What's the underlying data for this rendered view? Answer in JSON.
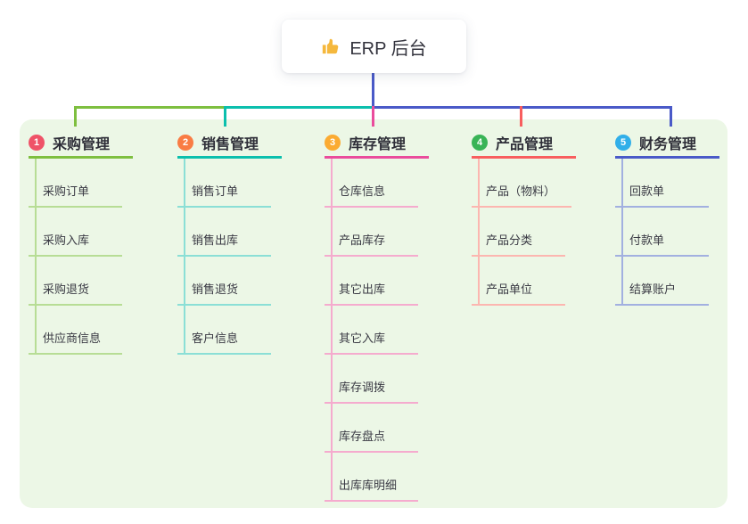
{
  "root": {
    "label": "ERP 后台",
    "icon": "thumbs-up-icon"
  },
  "theme": {
    "panel_bg": "#ecf7e6",
    "root_connector_color": "#4a5ac8",
    "trunk_segment_colors": [
      "#7ebf3f",
      "#0bbfad",
      "#4a5ac8",
      "#4a5ac8"
    ]
  },
  "branches": [
    {
      "badge": "1",
      "badge_color": "#ef5368",
      "label": "采购管理",
      "line_color": "#7ebf3f",
      "child_line_color": "#b7dd95",
      "children": [
        "采购订单",
        "采购入库",
        "采购退货",
        "供应商信息"
      ]
    },
    {
      "badge": "2",
      "badge_color": "#f97c44",
      "label": "销售管理",
      "line_color": "#0bbfad",
      "child_line_color": "#8bdfd6",
      "children": [
        "销售订单",
        "销售出库",
        "销售退货",
        "客户信息"
      ]
    },
    {
      "badge": "3",
      "badge_color": "#fbab32",
      "label": "库存管理",
      "line_color": "#ea4c9c",
      "child_line_color": "#f5abce",
      "children": [
        "仓库信息",
        "产品库存",
        "其它出库",
        "其它入库",
        "库存调拨",
        "库存盘点",
        "出库库明细"
      ]
    },
    {
      "badge": "4",
      "badge_color": "#39b456",
      "label": "产品管理",
      "line_color": "#f85e5e",
      "child_line_color": "#fcb6b0",
      "children": [
        "产品（物料）",
        "产品分类",
        "产品单位"
      ]
    },
    {
      "badge": "5",
      "badge_color": "#31afe9",
      "label": "财务管理",
      "line_color": "#4a5ac8",
      "child_line_color": "#a2b0e0",
      "children": [
        "回款单",
        "付款单",
        "结算账户"
      ]
    }
  ]
}
